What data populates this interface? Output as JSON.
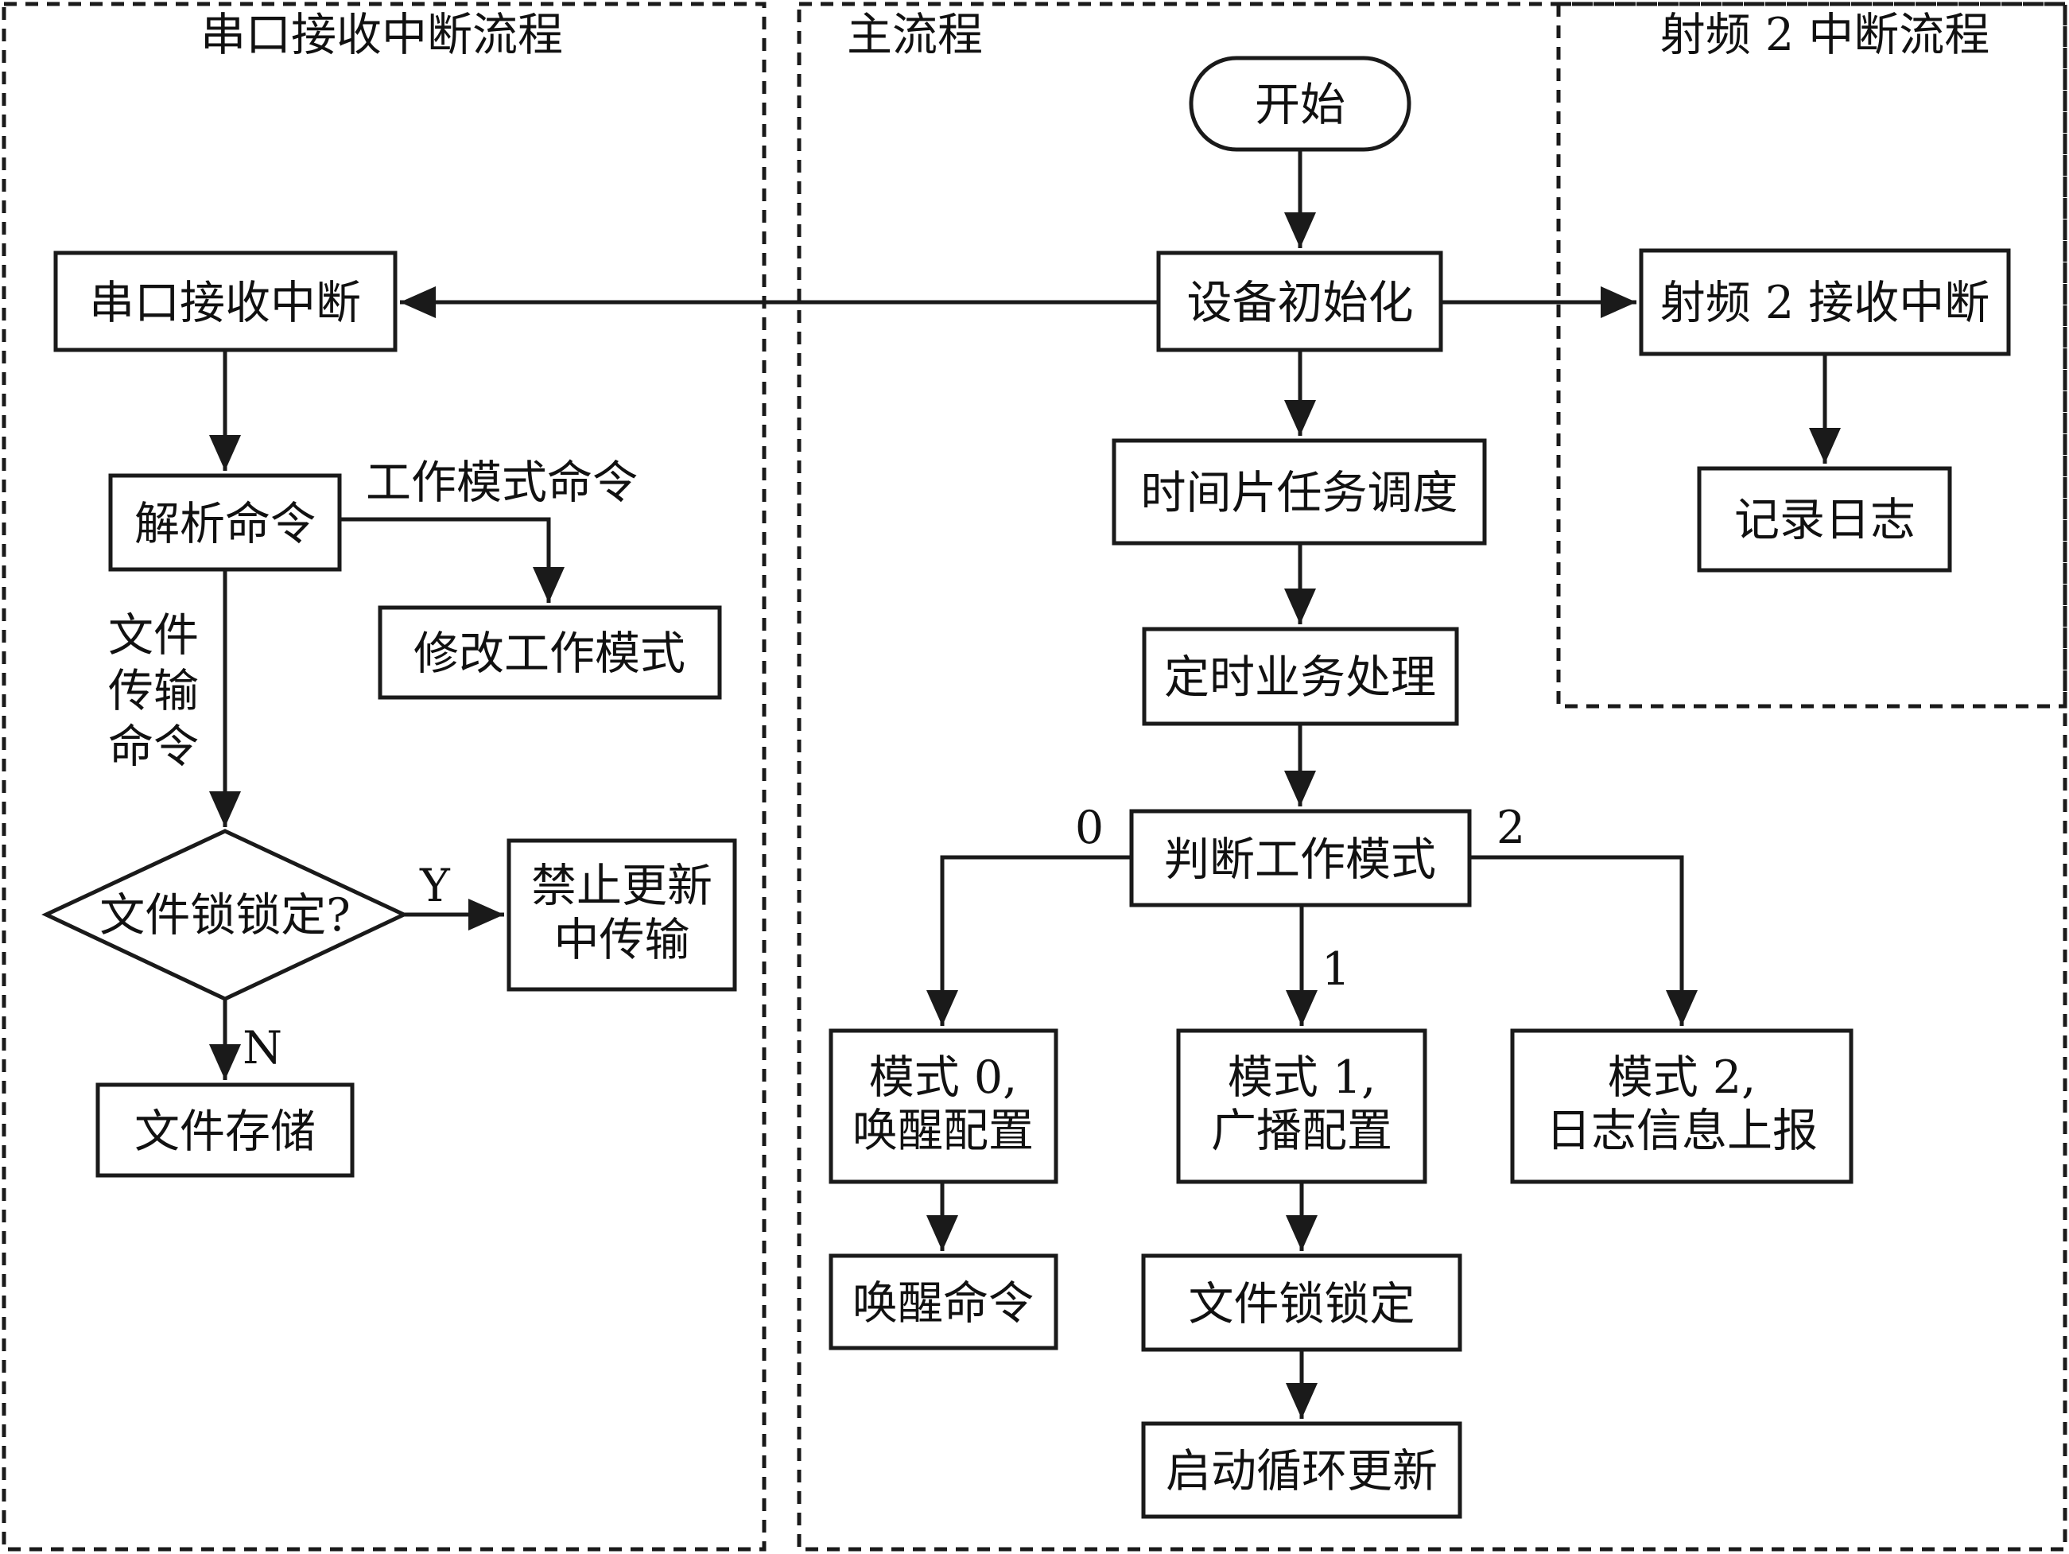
{
  "regions": {
    "serial": "串口接收中断流程",
    "main": "主流程",
    "rf2": "射频 2 中断流程"
  },
  "nodes": {
    "start": "开始",
    "init": "设备初始化",
    "schedule": "时间片任务调度",
    "timer": "定时业务处理",
    "judge": "判断工作模式",
    "mode0": [
      "模式 0,",
      "唤醒配置"
    ],
    "mode1": [
      "模式 1,",
      "广播配置"
    ],
    "mode2": [
      "模式 2,",
      "日志信息上报"
    ],
    "wake_cmd": "唤醒命令",
    "file_lock": "文件锁锁定",
    "loop_update": "启动循环更新",
    "serial_int": "串口接收中断",
    "parse": "解析命令",
    "modify_mode": "修改工作模式",
    "file_locked_q": "文件锁锁定?",
    "forbid": [
      "禁止更新",
      "中传输"
    ],
    "file_store": "文件存储",
    "rf2_int": "射频 2 接收中断",
    "log": "记录日志"
  },
  "edge_labels": {
    "work_mode_cmd": "工作模式命令",
    "file_transfer_cmd": [
      "文件",
      "传输",
      "命令"
    ],
    "yes": "Y",
    "no": "N",
    "branch0": "0",
    "branch1": "1",
    "branch2": "2"
  },
  "colors": {
    "line": "#1a1a1a",
    "fill": "#ffffff",
    "text": "#111111"
  }
}
